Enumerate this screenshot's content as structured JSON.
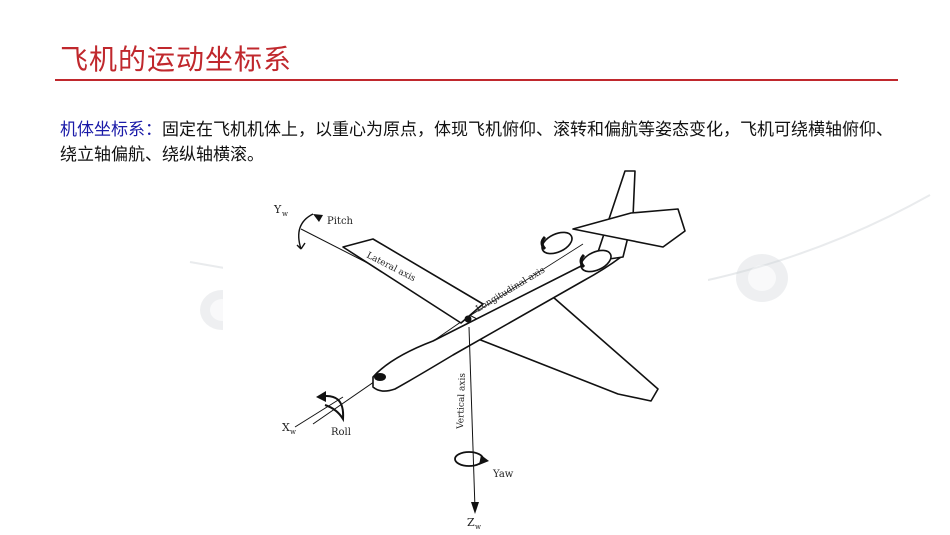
{
  "slide": {
    "title": "飞机的运动坐标系",
    "description": {
      "term": "机体坐标系：",
      "text": "固定在飞机机体上，以重心为原点，体现飞机俯仰、滚转和偏航等姿态变化，飞机可绕横轴俯仰、绕立轴偏航、绕纵轴横滚。"
    }
  },
  "figure": {
    "labels": {
      "yw": "Y",
      "yw_sub": "w",
      "pitch": "Pitch",
      "lateral": "Lateral axis",
      "longitudinal": "Longitudinal axis",
      "vertical": "Vertical axis",
      "xw": "X",
      "xw_sub": "w",
      "roll": "Roll",
      "yaw": "Yaw",
      "zw": "Z",
      "zw_sub": "w"
    }
  }
}
